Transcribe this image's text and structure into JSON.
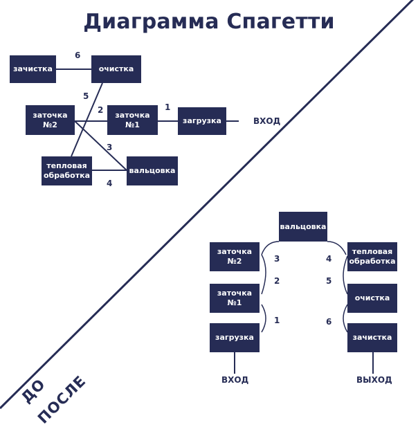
{
  "title": "Диаграмма Спагетти",
  "corner": {
    "before": "ДО",
    "after": "ПОСЛЕ"
  },
  "before": {
    "boxes": {
      "zachistka": "зачистка",
      "ochistka": "очистка",
      "zatochka2": "заточка\n№2",
      "zatochka1": "заточка\n№1",
      "zagruzka": "загрузка",
      "teplovaya": "тепловая\nобработка",
      "valtsovka": "вальцовка"
    },
    "input_label": "ВХОД",
    "step_numbers": [
      "1",
      "2",
      "3",
      "4",
      "5",
      "6"
    ]
  },
  "after": {
    "boxes": {
      "valtsovka": "вальцовка",
      "zatochka2": "заточка\n№2",
      "zatochka1": "заточка\n№1",
      "zagruzka": "загрузка",
      "teplovaya": "тепловая\nобработка",
      "ochistka": "очистка",
      "zachistka": "зачистка"
    },
    "input_label": "ВХОД",
    "output_label": "ВЫХОД",
    "step_numbers": [
      "1",
      "2",
      "3",
      "4",
      "5",
      "6"
    ]
  },
  "colors": {
    "primary": "#262c55",
    "background": "#ffffff"
  }
}
